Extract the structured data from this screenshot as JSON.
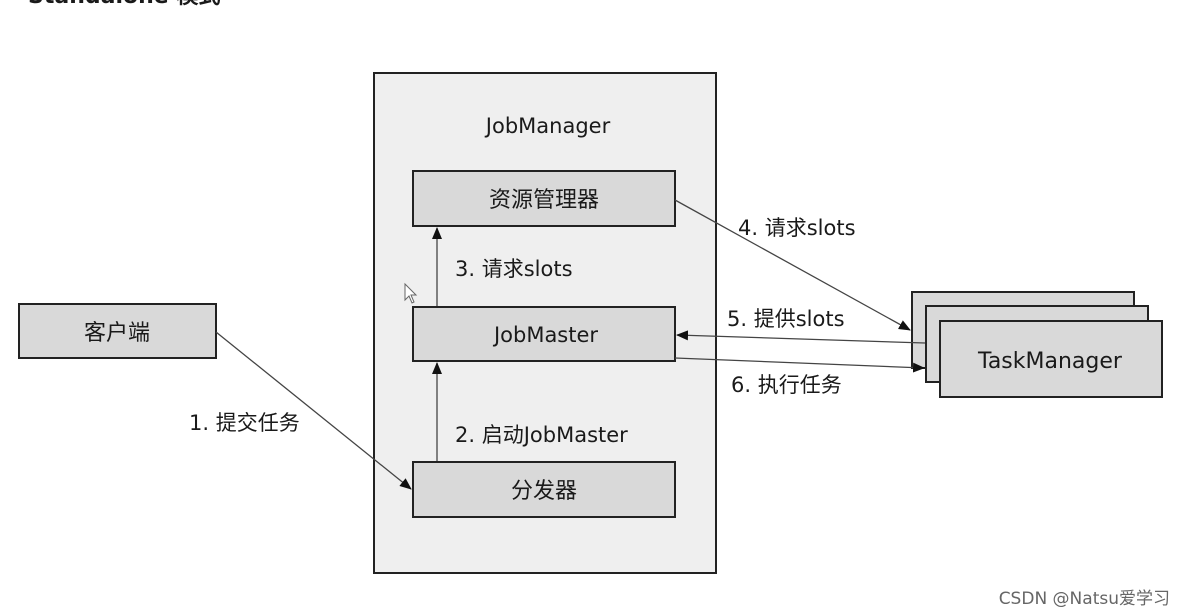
{
  "header_partial": "Standalone 模式",
  "jobmanager": {
    "title": "JobManager"
  },
  "boxes": {
    "resource_manager": "资源管理器",
    "job_master": "JobMaster",
    "dispatcher": "分发器",
    "client": "客户端",
    "task_manager": "TaskManager"
  },
  "edges": {
    "submit": "1. 提交任务",
    "start_jobmaster": "2. 启动JobMaster",
    "request_slots_internal": "3. 请求slots",
    "request_slots_external": "4. 请求slots",
    "provide_slots": "5. 提供slots",
    "execute_task": "6. 执行任务"
  },
  "watermark": "CSDN @Natsu爱学习"
}
